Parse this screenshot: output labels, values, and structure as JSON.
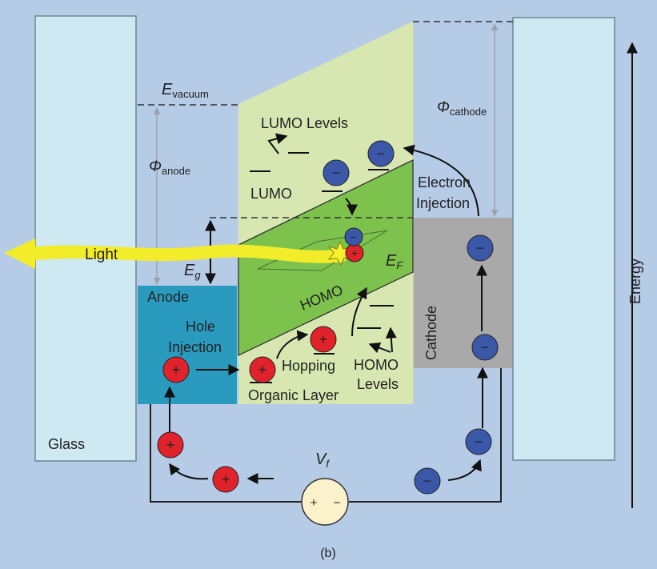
{
  "labels": {
    "glass": "Glass",
    "e_vacuum": "E",
    "e_vacuum_sub": "vacuum",
    "phi_anode": "Φ",
    "phi_anode_sub": "anode",
    "phi_cathode": "Φ",
    "phi_cathode_sub": "cathode",
    "lumo_levels": "LUMO Levels",
    "lumo": "LUMO",
    "electron_injection_1": "Electron",
    "electron_injection_2": "Injection",
    "light": "Light",
    "e_g": "E",
    "e_g_sub": "g",
    "e_f": "E",
    "e_f_sub": "F",
    "anode": "Anode",
    "homo": "HOMO",
    "cathode": "Cathode",
    "hole_injection_1": "Hole",
    "hole_injection_2": "Injection",
    "hopping": "Hopping",
    "homo_levels_1": "HOMO",
    "homo_levels_2": "Levels",
    "organic_layer": "Organic Layer",
    "energy": "Energy",
    "v_f": "V",
    "v_f_sub": "f",
    "caption": "(b)",
    "plus": "+",
    "minus": "−"
  },
  "colors": {
    "background": "#b6cbe6",
    "glass": "#cfe9f2",
    "organic": "#d8e6b2",
    "green_band": "#7cc24c",
    "anode": "#2a9bbf",
    "cathode": "#a9a9a9",
    "hole": "#e0222b",
    "electron": "#3b58a8",
    "light": "#f3ec2a",
    "source": "#fbf1cb"
  }
}
